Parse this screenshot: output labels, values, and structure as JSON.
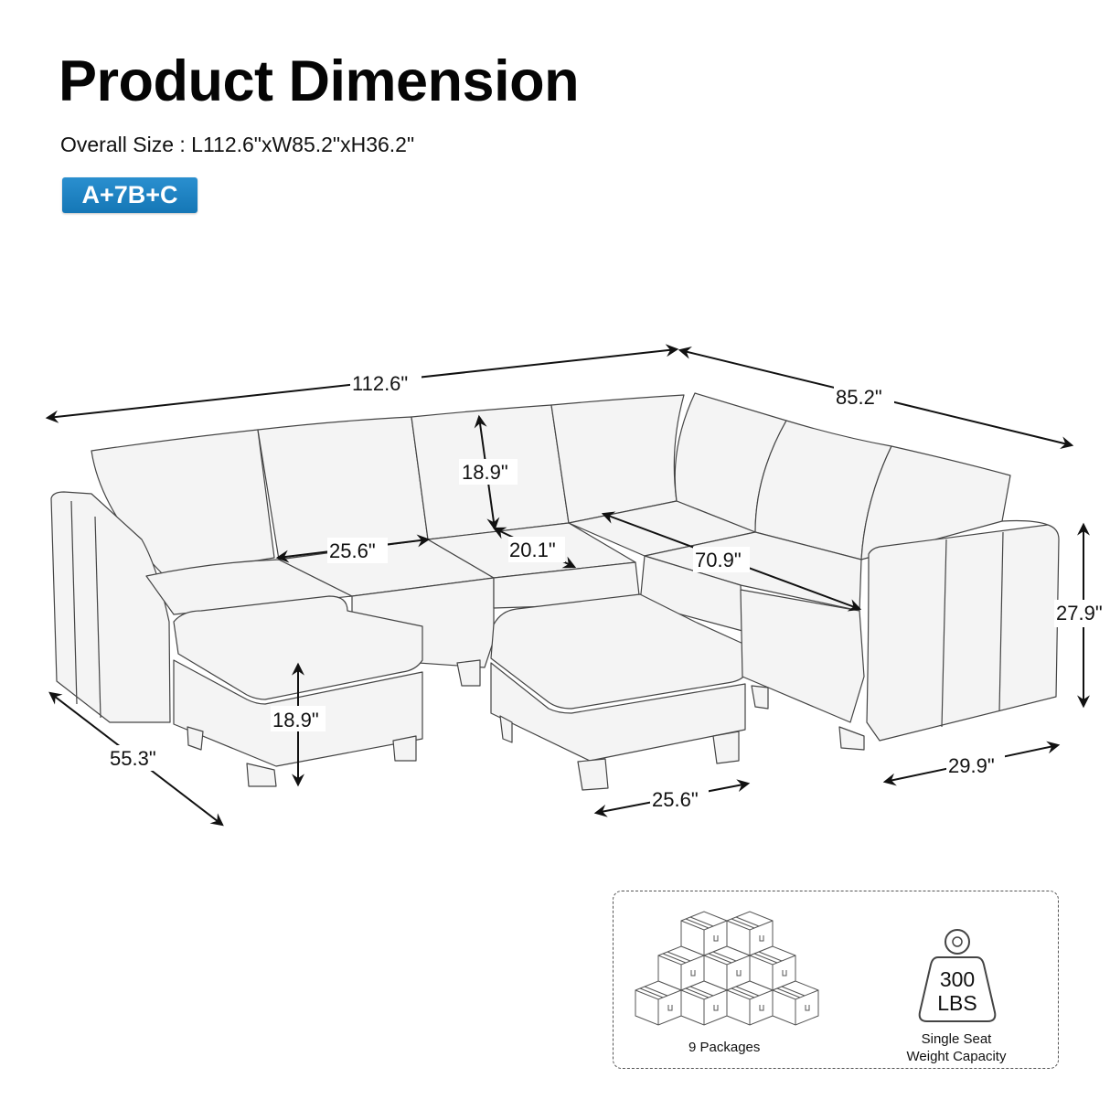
{
  "header": {
    "title": "Product Dimension",
    "overall_size": "Overall Size : L112.6\"xW85.2\"xH36.2\"",
    "config_badge": "A+7B+C",
    "badge_color": "#1a7fc1"
  },
  "dimensions": {
    "total_length": "112.6\"",
    "total_width": "85.2\"",
    "back_height": "18.9\"",
    "seat_width": "25.6\"",
    "seat_depth": "20.1\"",
    "corner_length": "70.9\"",
    "arm_height": "27.9\"",
    "chaise_depth": "55.3\"",
    "ottoman_height": "18.9\"",
    "ottoman_width": "25.6\"",
    "armchair_width": "29.9\""
  },
  "info_box": {
    "packages_label": "9 Packages",
    "weight_value": "300",
    "weight_unit": "LBS",
    "weight_caption_line1": "Single Seat",
    "weight_caption_line2": "Weight Capacity"
  },
  "colors": {
    "sofa_fill": "#f4f4f4",
    "sofa_line": "#444444",
    "arrow": "#111111"
  }
}
